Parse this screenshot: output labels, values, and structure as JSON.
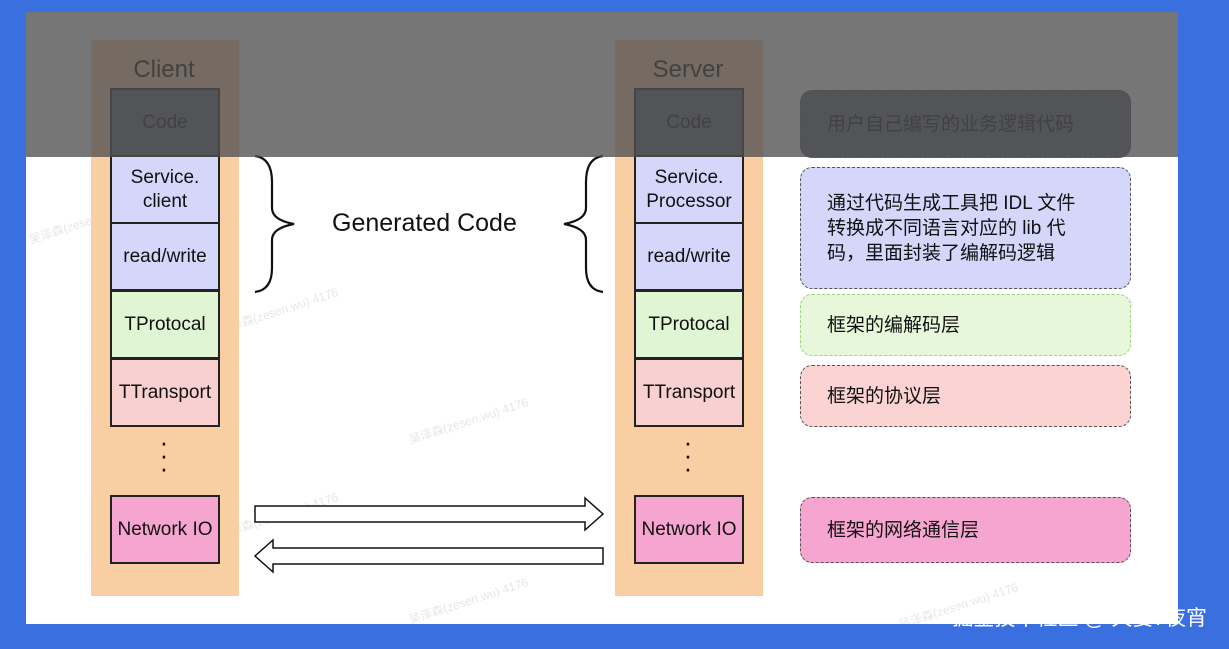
{
  "client": {
    "title": "Client",
    "layers": [
      "Code",
      "Service.\nclient",
      "read/write",
      "TProtocal",
      "TTransport",
      "Network IO"
    ]
  },
  "server": {
    "title": "Server",
    "layers": [
      "Code",
      "Service.\nProcessor",
      "read/write",
      "TProtocal",
      "TTransport",
      "Network IO"
    ]
  },
  "generated_code_label": "Generated Code",
  "notes": [
    "用户自己编写的业务逻辑代码",
    "通过代码生成工具把 IDL 文件\n转换成不同语言对应的 lib 代\n码，里面封装了编解码逻辑",
    "框架的编解码层",
    "框架的协议层",
    "框架的网络通信层"
  ],
  "dots": "·\n·\n·",
  "watermark": "吴泽森(zesen.wu) 4176",
  "footer": "掘金技术社区 @ 天要7夜宵",
  "colors": {
    "page_background": "#3a6fe0",
    "column_background": "#f9cea3",
    "code_layer": "#5c6675",
    "service_layer": "#d4d6fa",
    "protocol_layer": "#dff5d3",
    "transport_layer": "#f9d0d0",
    "network_layer": "#f6a4d0"
  }
}
